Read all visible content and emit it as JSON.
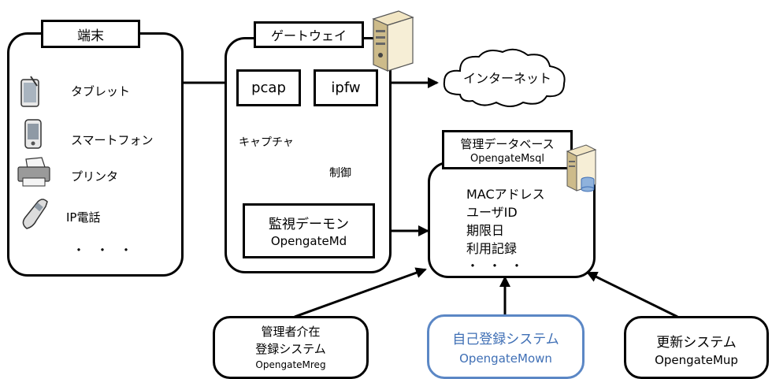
{
  "terminal": {
    "title": "端末",
    "devices": [
      {
        "label": "タブレット",
        "icon": "tablet-icon"
      },
      {
        "label": "スマートフォン",
        "icon": "smartphone-icon"
      },
      {
        "label": "プリンタ",
        "icon": "printer-icon"
      },
      {
        "label": "IP電話",
        "icon": "ip-phone-icon"
      }
    ],
    "ellipsis": "・・・"
  },
  "gateway": {
    "title": "ゲートウェイ",
    "pcap": "pcap",
    "ipfw": "ipfw",
    "capture_label": "キャプチャ",
    "control_label": "制御",
    "daemon_title": "監視デーモン",
    "daemon_name": "OpengateMd"
  },
  "internet": {
    "label": "インターネット"
  },
  "database": {
    "title": "管理データベース",
    "name": "OpengateMsql",
    "fields": [
      "MACアドレス",
      "ユーザID",
      "期限日",
      "利用記録"
    ],
    "ellipsis": "・・・"
  },
  "systems": {
    "admin": {
      "line1": "管理者介在",
      "line2": "登録システム",
      "name": "OpengateMreg"
    },
    "self": {
      "line1": "自己登録システム",
      "name": "OpengateMown",
      "accent": "#5b87c5"
    },
    "update": {
      "line1": "更新システム",
      "name": "OpengateMup"
    }
  }
}
